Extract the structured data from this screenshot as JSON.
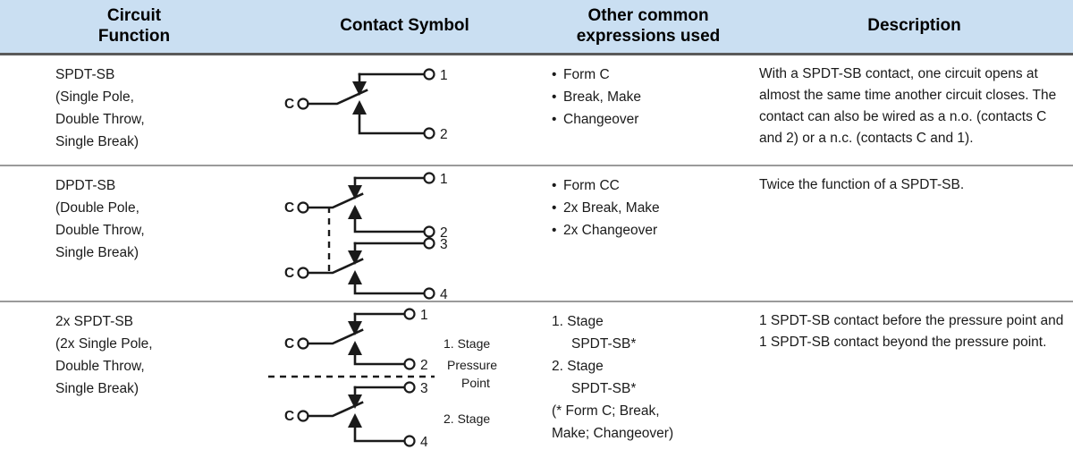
{
  "table": {
    "header": [
      {
        "label": "Circuit\nFunction"
      },
      {
        "label": "Contact Symbol"
      },
      {
        "label": "Other common\nexpressions used"
      },
      {
        "label": "Description"
      }
    ],
    "colors": {
      "header_background": "#cadff2",
      "header_rule": "#5a5a5a",
      "row_rule": "#9a9a9a",
      "text": "#1a1a1a",
      "page_background": "#ffffff"
    },
    "rows": [
      {
        "function_lines": [
          "SPDT-SB",
          "(Single Pole,",
          "Double Throw,",
          "Single Break)"
        ],
        "symbol": {
          "type": "spdt-sb",
          "common_terminals": [
            "C"
          ],
          "numbered_terminals": [
            "1",
            "2"
          ],
          "annotations": []
        },
        "expressions": [
          "Form C",
          "Break, Make",
          "Changeover"
        ],
        "expressions_style": "bullets",
        "description": "With a SPDT-SB contact, one circuit opens at almost the same time another circuit closes. The contact can also be wired as a n.o. (contacts C and 2) or a n.c. (contacts C and 1)."
      },
      {
        "function_lines": [
          "DPDT-SB",
          "(Double Pole,",
          "Double Throw,",
          "Single Break)"
        ],
        "symbol": {
          "type": "dpdt-sb",
          "common_terminals": [
            "C",
            "C"
          ],
          "numbered_terminals": [
            "1",
            "2",
            "3",
            "4"
          ],
          "annotations": [],
          "linkage": "vertical-dashed-ganged"
        },
        "expressions": [
          "Form CC",
          "2x Break, Make",
          "2x Changeover"
        ],
        "expressions_style": "bullets",
        "description": "Twice the function of a SPDT-SB."
      },
      {
        "function_lines": [
          "2x SPDT-SB",
          "(2x Single Pole,",
          "Double Throw,",
          "Single Break)"
        ],
        "symbol": {
          "type": "2x-spdt-sb",
          "common_terminals": [
            "C",
            "C"
          ],
          "numbered_terminals": [
            "1",
            "2",
            "3",
            "4"
          ],
          "annotations": [
            "1. Stage",
            "Pressure",
            "Point",
            "2. Stage"
          ],
          "linkage": "horizontal-dashed-pressure-point"
        },
        "expressions": [
          "1. Stage",
          "SPDT-SB*",
          "2. Stage",
          "SPDT-SB*",
          "(* Form C; Break,",
          "Make; Changeover)"
        ],
        "expressions_style": "lines",
        "expressions_indent": [
          false,
          true,
          false,
          true,
          false,
          false
        ],
        "description": "1 SPDT-SB contact before the pressure point and 1 SPDT-SB contact beyond the pressure point."
      }
    ]
  }
}
